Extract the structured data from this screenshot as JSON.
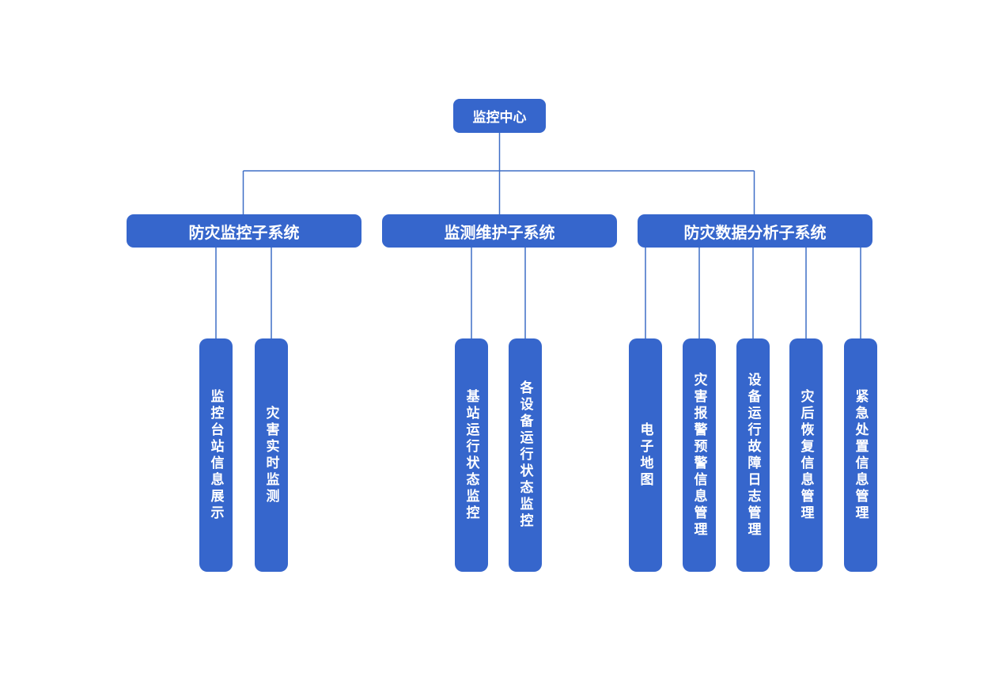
{
  "colors": {
    "node_fill": "#3666CC",
    "node_text": "#ffffff",
    "connector": "#3e6ec6",
    "page_bg": "#ffffff"
  },
  "chart_data": {
    "type": "org-chart-tree",
    "title": "",
    "root": {
      "label": "监控中心"
    },
    "subsystems": [
      {
        "label": "防灾监控子系统",
        "children": [
          "监控台站信息展示",
          "灾害实时监测"
        ]
      },
      {
        "label": "监测维护子系统",
        "children": [
          "基站运行状态监控",
          "各设备运行状态监控"
        ]
      },
      {
        "label": "防灾数据分析子系统",
        "children": [
          "电子地图",
          "灾害报警预警信息管理",
          "设备运行故障日志管理",
          "灾后恢复信息管理",
          "紧急处置信息管理"
        ]
      }
    ]
  }
}
